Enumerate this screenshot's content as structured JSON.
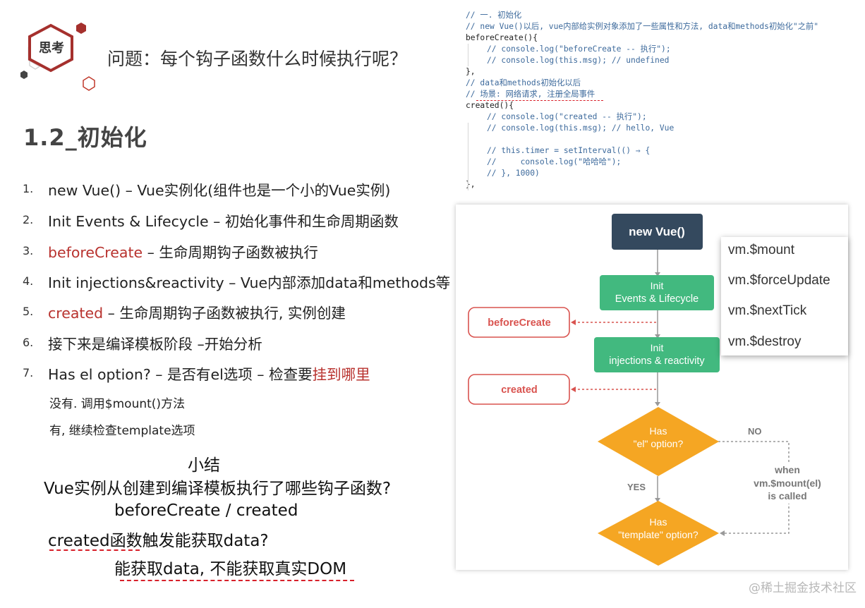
{
  "header": {
    "badge_label": "思考",
    "question": "问题：每个钩子函数什么时候执行呢？"
  },
  "section": {
    "title": "1.2_初始化"
  },
  "steps": [
    {
      "num": "1.",
      "parts": [
        {
          "text": "new Vue() – Vue实例化(组件也是一个小的Vue实例)",
          "highlight": false
        }
      ]
    },
    {
      "num": "2.",
      "parts": [
        {
          "text": "Init Events & Lifecycle – 初始化事件和生命周期函数",
          "highlight": false
        }
      ]
    },
    {
      "num": "3.",
      "parts": [
        {
          "text": "beforeCreate",
          "highlight": true
        },
        {
          "text": " – 生命周期钩子函数被执行",
          "highlight": false
        }
      ]
    },
    {
      "num": "4.",
      "parts": [
        {
          "text": "Init injections&reactivity – Vue内部添加data和methods等",
          "highlight": false
        }
      ]
    },
    {
      "num": "5.",
      "parts": [
        {
          "text": "created",
          "highlight": true
        },
        {
          "text": " – 生命周期钩子函数被执行, 实例创建",
          "highlight": false
        }
      ]
    },
    {
      "num": "6.",
      "parts": [
        {
          "text": "接下来是编译模板阶段 –开始分析",
          "highlight": false
        }
      ]
    },
    {
      "num": "7.",
      "parts": [
        {
          "text": "Has el option? – 是否有el选项 – 检查要",
          "highlight": false
        },
        {
          "text": "挂到哪里",
          "highlight": true
        }
      ]
    }
  ],
  "sub_notes": [
    "没有. 调用$mount()方法",
    "有, 继续检查template选项"
  ],
  "summary": {
    "title": "小结",
    "q1": "Vue实例从创建到编译模板执行了哪些钩子函数?",
    "a1": "beforeCreate / created",
    "q2": "created函数触发能获取data?",
    "a2": "能获取data, 不能获取真实DOM"
  },
  "code_lines": [
    {
      "t": "// 一. 初始化",
      "cls": "c",
      "indent": 0
    },
    {
      "t": "// new Vue()以后, vue内部给实例对象添加了一些属性和方法, data和methods初始化\"之前\"",
      "cls": "c",
      "indent": 0
    },
    {
      "t": "beforeCreate(){",
      "cls": "k",
      "indent": 0
    },
    {
      "t": "// console.log(\"beforeCreate -- 执行\");",
      "cls": "c",
      "indent": 1
    },
    {
      "t": "// console.log(this.msg); // undefined",
      "cls": "c",
      "indent": 1
    },
    {
      "t": "},",
      "cls": "k",
      "indent": 0
    },
    {
      "t": "// data和methods初始化以后",
      "cls": "c",
      "indent": 0
    },
    {
      "t": "// 场景: 网络请求, 注册全局事件",
      "cls": "c",
      "indent": 0
    },
    {
      "t": "created(){",
      "cls": "k",
      "indent": 0
    },
    {
      "t": "// console.log(\"created -- 执行\");",
      "cls": "c",
      "indent": 1
    },
    {
      "t": "// console.log(this.msg); // hello, Vue",
      "cls": "c",
      "indent": 1
    },
    {
      "t": "",
      "cls": "k",
      "indent": 0
    },
    {
      "t": "// this.timer = setInterval(() ⇒ {",
      "cls": "c",
      "indent": 1
    },
    {
      "t": "//     console.log(\"哈哈哈\");",
      "cls": "c",
      "indent": 1
    },
    {
      "t": "// }, 1000)",
      "cls": "c",
      "indent": 1
    },
    {
      "t": "},",
      "cls": "k",
      "indent": 0
    }
  ],
  "diagram": {
    "new_vue": "new Vue()",
    "init_events_1": "Init",
    "init_events_2": "Events & Lifecycle",
    "before_create": "beforeCreate",
    "init_inj_1": "Init",
    "init_inj_2": "injections & reactivity",
    "created": "created",
    "has_el_1": "Has",
    "has_el_2": "\"el\" option?",
    "no_label": "NO",
    "yes_label": "YES",
    "when_1": "when",
    "when_2": "vm.$mount(el)",
    "when_3": "is called",
    "has_tpl_1": "Has",
    "has_tpl_2": "\"template\" option?",
    "colors": {
      "dark": "#34495e",
      "green": "#42b97f",
      "red": "#d9534f",
      "orange": "#f5a623"
    }
  },
  "methods_menu": [
    "vm.$mount",
    "vm.$forceUpdate",
    "vm.$nextTick",
    "vm.$destroy"
  ],
  "watermark": "@稀土掘金技术社区"
}
